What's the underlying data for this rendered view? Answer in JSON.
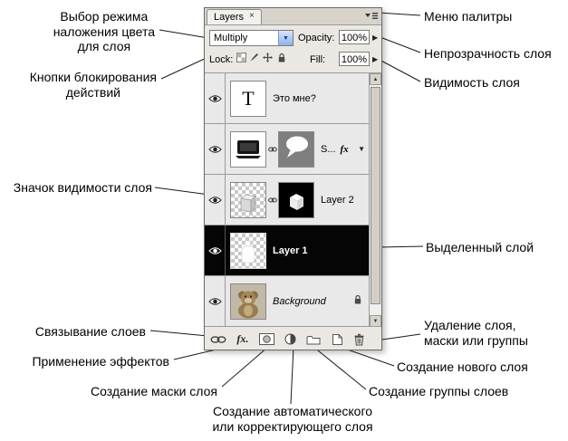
{
  "palette": {
    "tab_label": "Layers",
    "tab_close": "×",
    "blend_mode": "Multiply",
    "opacity_label": "Opacity:",
    "opacity_value": "100%",
    "lock_label": "Lock:",
    "fill_label": "Fill:",
    "fill_value": "100%",
    "layers": [
      {
        "name": "Это мне?",
        "thumb_glyph": "T"
      },
      {
        "name": "S...",
        "fx_badge": "fx"
      },
      {
        "name": "Layer 2"
      },
      {
        "name": "Layer 1"
      },
      {
        "name": "Background"
      }
    ],
    "toolbar": {
      "fx_label": "fx."
    }
  },
  "icons": {
    "chevron_down": "▼",
    "slider_arrow": "▶",
    "scroll_up": "▲",
    "scroll_down": "▼",
    "expand_effects": "▼"
  },
  "annotations": {
    "blend_mode": "Выбор режима\nналожения цвета\nдля слоя",
    "lock_buttons": "Кнопки блокирования\nдействий",
    "visibility_icon": "Значок видимости слоя",
    "link_layers": "Связывание слоев",
    "apply_effects": "Применение эффектов",
    "create_mask": "Создание маски слоя",
    "create_adjustment": "Создание автоматического\nили корректирующего слоя",
    "palette_menu": "Меню палитры",
    "layer_opacity": "Непрозрачность слоя",
    "layer_visibility": "Видимость слоя",
    "selected_layer": "Выделенный слой",
    "delete_layer": "Удаление слоя,\nмаски или группы",
    "new_layer": "Создание нового слоя",
    "new_group": "Создание группы слоев"
  },
  "colors": {
    "selected_layer_bg": "#050505",
    "palette_bg": "#ebe8e3",
    "mask_gray": "#7f7f7f"
  }
}
